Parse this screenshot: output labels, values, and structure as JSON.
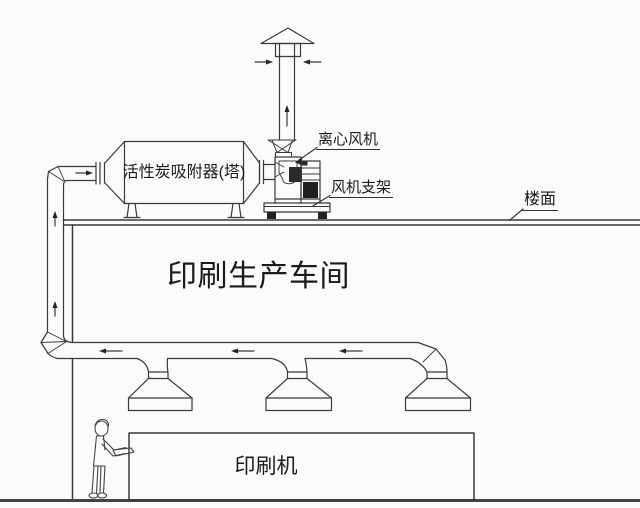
{
  "diagram": {
    "title_hint": "printing workshop exhaust / activated-carbon adsorption system schematic",
    "labels": {
      "adsorber": "活性炭吸附器(塔)",
      "centrifugal_fan": "离心风机",
      "fan_support": "风机支架",
      "roof": "楼面",
      "workshop": "印刷生产车间",
      "printing_machine": "印刷机"
    },
    "colors": {
      "line": "#3a3a3a",
      "text": "#1b1b1b",
      "background": "#fbfbfa",
      "solid_fill": "#222222"
    }
  }
}
